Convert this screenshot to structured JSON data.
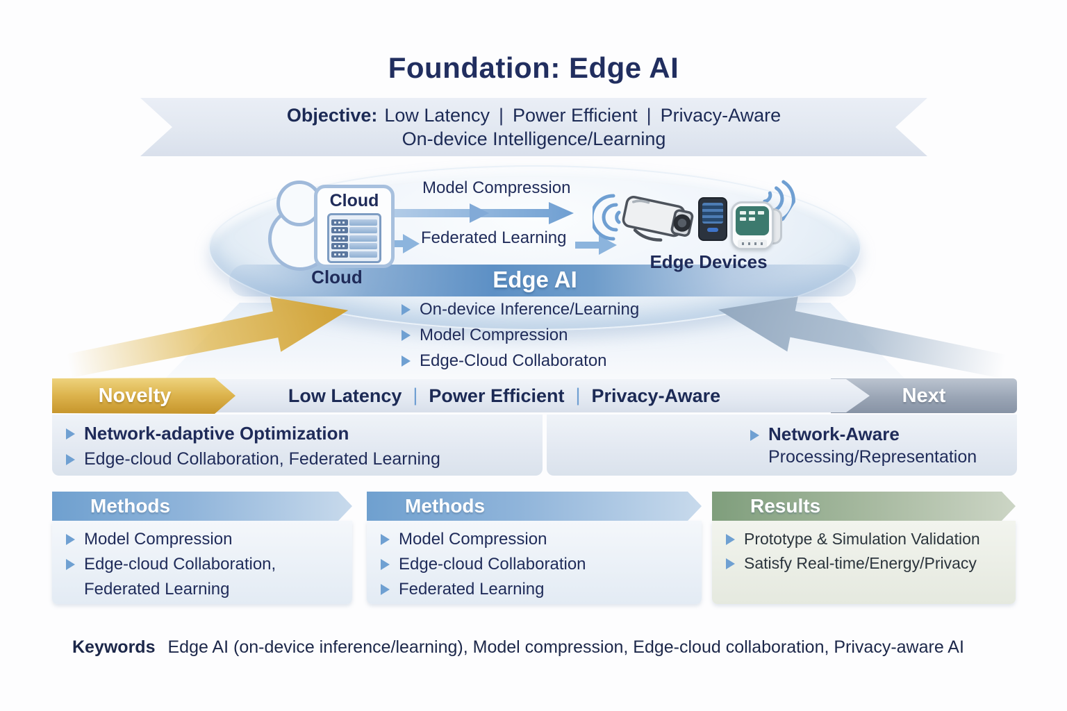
{
  "title": "Foundation: Edge AI",
  "objective": {
    "label": "Objective:",
    "segments": [
      "Low Latency",
      "Power Efficient",
      "Privacy-Aware"
    ],
    "separator": "|",
    "line2": "On-device Intelligence/Learning"
  },
  "diagram": {
    "cloud_title": "Cloud",
    "cloud_caption": "Cloud",
    "arrow_top_label": "Model Compression",
    "arrow_bottom_label": "Federated Learning",
    "devices_caption": "Edge Devices",
    "band_label": "Edge AI",
    "bullets": [
      "On-device Inference/Learning",
      "Model Compression",
      "Edge-Cloud Collaboraton"
    ]
  },
  "ribbon_row": {
    "novelty_label": "Novelty",
    "segments": [
      "Low Latency",
      "Power Efficient",
      "Privacy-Aware"
    ],
    "separator": "|",
    "next_label": "Next",
    "novelty_bullets": [
      "Network-adaptive Optimization",
      "Edge-cloud Collaboration, Federated Learning"
    ],
    "next_bullet_line1": "Network-Aware",
    "next_bullet_line2": "Processing/Representation"
  },
  "boxes": [
    {
      "header": "Methods",
      "lines": [
        "Model Compression",
        "Edge-cloud Collaboration,",
        "Federated Learning"
      ]
    },
    {
      "header": "Methods",
      "lines": [
        "Model Compression",
        "Edge-cloud Collaboration",
        "Federated Learning"
      ]
    },
    {
      "header": "Results",
      "lines": [
        "Prototype & Simulation Validation",
        "Satisfy Real-time/Energy/Privacy"
      ]
    }
  ],
  "keywords": {
    "label": "Keywords",
    "text": "Edge AI (on-device inference/learning), Model compression, Edge-cloud collaboration, Privacy-aware AI"
  },
  "colors": {
    "navy": "#1f2b59",
    "gold": "#d4a944",
    "steel_blue": "#5f93c8",
    "slate_gray": "#9aa6b6",
    "green": "#8aa587",
    "bullet_blue": "#6fa0d2"
  }
}
